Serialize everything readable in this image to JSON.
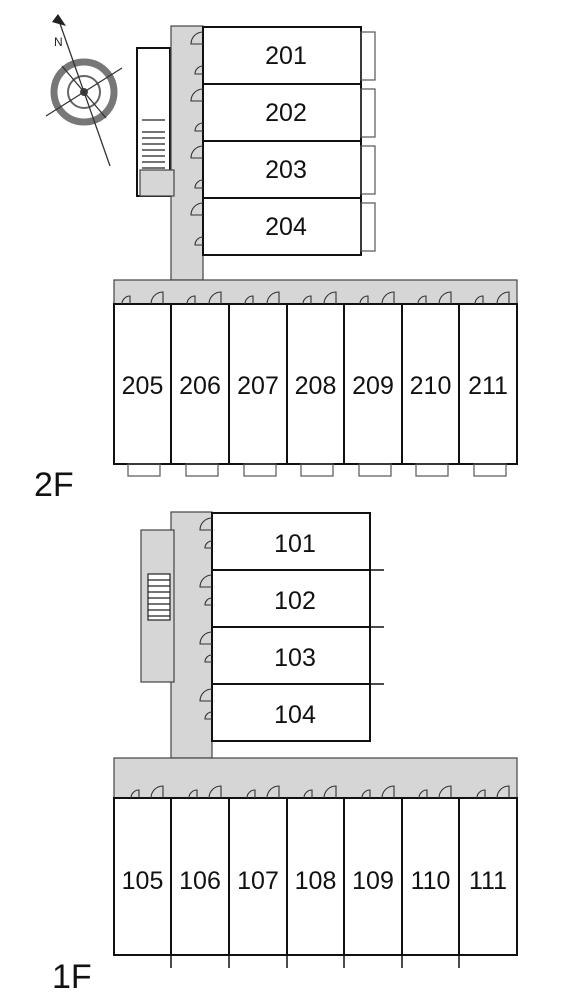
{
  "floors": [
    {
      "label": "2F",
      "upper_units": [
        "201",
        "202",
        "203",
        "204"
      ],
      "lower_units": [
        "205",
        "206",
        "207",
        "208",
        "209",
        "210",
        "211"
      ]
    },
    {
      "label": "1F",
      "upper_units": [
        "101",
        "102",
        "103",
        "104"
      ],
      "lower_units": [
        "105",
        "106",
        "107",
        "108",
        "109",
        "110",
        "111"
      ]
    }
  ],
  "icons": {
    "compass": "compass-icon",
    "stairs": "staircase-icon",
    "door": "door-swing-icon"
  },
  "colors": {
    "walls": "#111111",
    "corridor": "#d6d6d6",
    "background": "#ffffff"
  }
}
